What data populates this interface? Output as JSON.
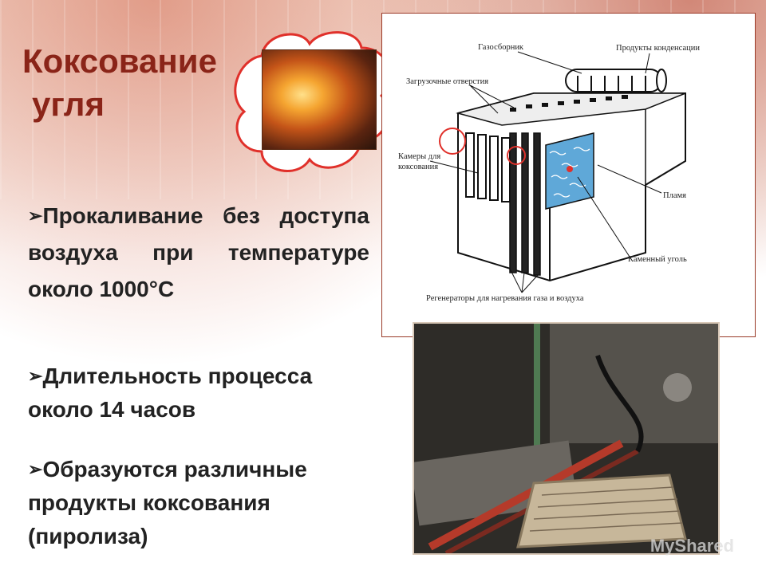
{
  "slide": {
    "title_line1": "Коксование",
    "title_line2": "угля",
    "bullets": [
      {
        "text": "Прокаливание без доступа воздуха при температуре около 1000°С"
      },
      {
        "text": "Длительность процесса около 14 часов"
      },
      {
        "text": "Образуются различные продукты коксования (пиролиза)"
      }
    ],
    "arrow": "➢"
  },
  "diagram": {
    "labels": {
      "gas_collector": "Газосборник",
      "condensation": "Продукты конденсации",
      "loading_holes": "Загрузочные отверстия",
      "chambers_l1": "Камеры для",
      "chambers_l2": "коксования",
      "flame": "Пламя",
      "coal": "Каменный уголь",
      "regenerators": "Регенераторы для нагревания газа и воздуха"
    }
  },
  "watermark": "MyShared",
  "colors": {
    "title": "#8a2418",
    "accent_circle": "#e0302a",
    "coal_blue": "#5fa8d8"
  }
}
